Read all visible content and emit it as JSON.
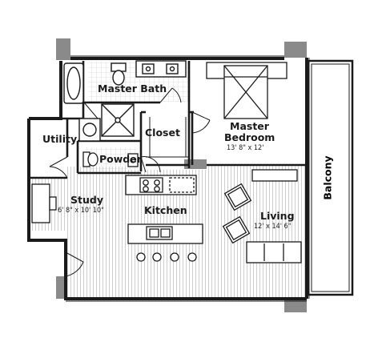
{
  "rooms": {
    "master_bath": {
      "name": "Master Bath"
    },
    "closet": {
      "name": "Closet"
    },
    "master_bedroom": {
      "name_line1": "Master",
      "name_line2": "Bedroom",
      "dims": "13' 8\" x 12'"
    },
    "utility": {
      "name": "Utility"
    },
    "powder": {
      "name": "Powder"
    },
    "study": {
      "name": "Study",
      "dims": "6' 8\" x 10' 10\""
    },
    "kitchen": {
      "name": "Kitchen"
    },
    "living": {
      "name": "Living",
      "dims": "12' x 14' 6\""
    },
    "balcony": {
      "name": "Balcony"
    }
  },
  "colors": {
    "wall": "#1a1a1a",
    "column": "#8a8a8a",
    "hatch": "#b9b9b9",
    "paper": "#ffffff"
  }
}
